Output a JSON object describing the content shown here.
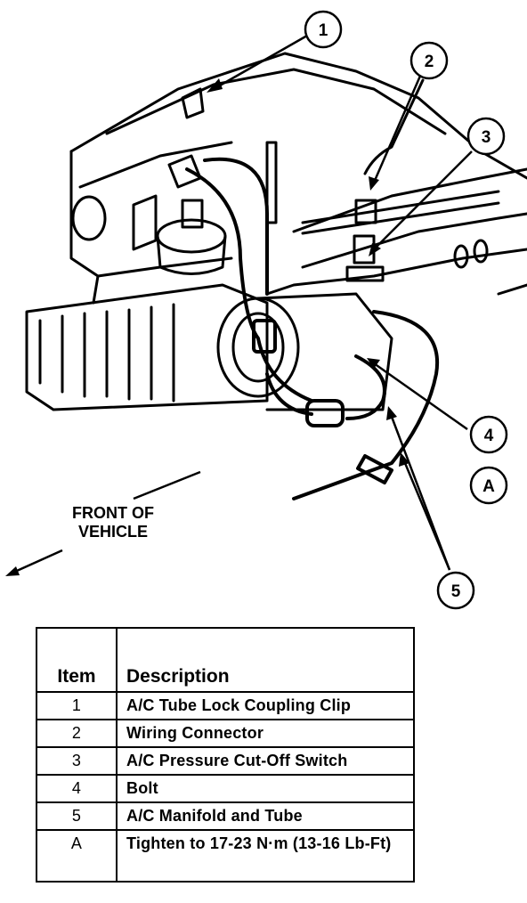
{
  "callouts": {
    "c1": "1",
    "c2": "2",
    "c3": "3",
    "c4": "4",
    "cA": "A",
    "c5": "5"
  },
  "front_label": {
    "line1": "FRONT OF",
    "line2": "VEHICLE"
  },
  "legend": {
    "header_item": "Item",
    "header_description": "Description",
    "rows": [
      {
        "item": "1",
        "description": "A/C Tube Lock Coupling Clip"
      },
      {
        "item": "2",
        "description": "Wiring Connector"
      },
      {
        "item": "3",
        "description": "A/C Pressure Cut-Off Switch"
      },
      {
        "item": "4",
        "description": "Bolt"
      },
      {
        "item": "5",
        "description": "A/C Manifold and Tube"
      },
      {
        "item": "A",
        "description": "Tighten to 17-23 N·m (13-16 Lb-Ft)"
      }
    ]
  }
}
